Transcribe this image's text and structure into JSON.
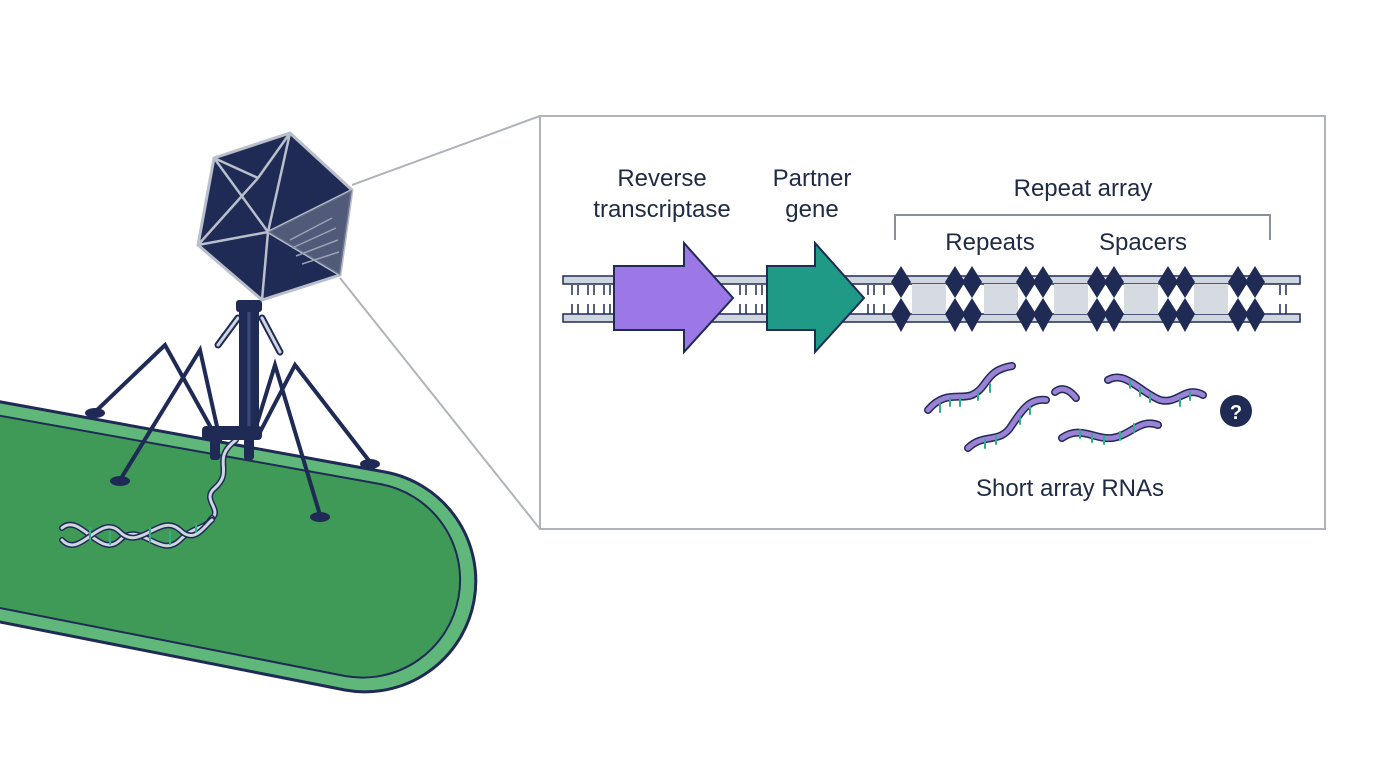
{
  "labels": {
    "reverse_transcriptase_line1": "Reverse",
    "reverse_transcriptase_line2": "transcriptase",
    "partner_gene_line1": "Partner",
    "partner_gene_line2": "gene",
    "repeat_array": "Repeat array",
    "repeats": "Repeats",
    "spacers": "Spacers",
    "short_array_rnas": "Short array RNAs",
    "question_mark": "?"
  },
  "colors": {
    "navy": "#1f2a55",
    "reverse_transcriptase": "#9b78e6",
    "partner_gene": "#1f9a87",
    "bacterium": "#3f9a58",
    "bacterium_outline": "#5fb87a",
    "dna_strand": "#cfd6e0",
    "spacer_fill": "#d6dbe2",
    "rna": "#9b82d6",
    "rna_bases": "#2fb08a",
    "panel_border": "#b0b4ba"
  },
  "icons": {
    "phage": "bacteriophage-icon",
    "bacterium": "bacterium-icon",
    "question": "question-mark-icon"
  }
}
